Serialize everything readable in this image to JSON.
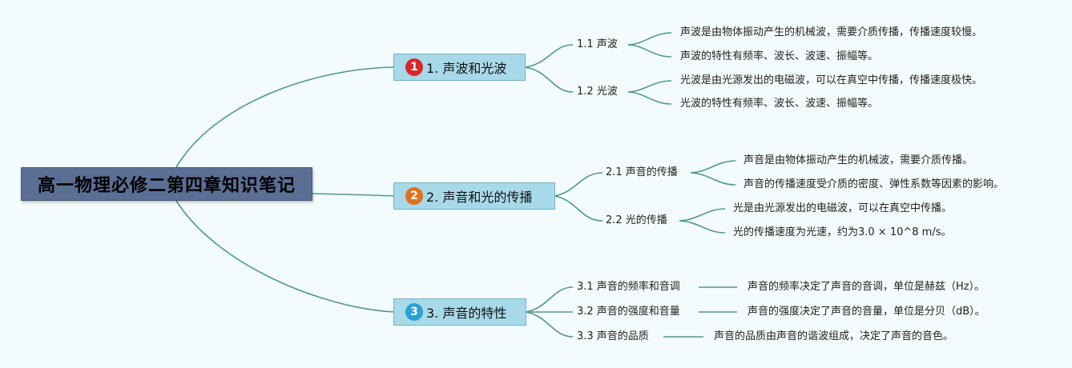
{
  "root": {
    "title": "高一物理必修二第四章知识笔记"
  },
  "colors": {
    "badge1": "#d9262a",
    "badge2": "#e0711d",
    "badge3": "#2c9fd9",
    "link": "#4f9a86"
  },
  "topics": [
    {
      "number": "1",
      "title": "1. 声波和光波",
      "subtopics": [
        {
          "title": "1.1 声波",
          "items": [
            "声波是由物体振动产生的机械波，需要介质传播，传播速度较慢。",
            "声波的特性有频率、波长、波速、振幅等。"
          ]
        },
        {
          "title": "1.2 光波",
          "items": [
            "光波是由光源发出的电磁波，可以在真空中传播，传播速度极快。",
            "光波的特性有频率、波长、波速、振幅等。"
          ]
        }
      ]
    },
    {
      "number": "2",
      "title": "2. 声音和光的传播",
      "subtopics": [
        {
          "title": "2.1 声音的传播",
          "items": [
            "声音是由物体振动产生的机械波，需要介质传播。",
            "声音的传播速度受介质的密度、弹性系数等因素的影响。"
          ]
        },
        {
          "title": "2.2 光的传播",
          "items": [
            "光是由光源发出的电磁波，可以在真空中传播。",
            "光的传播速度为光速，约为3.0 × 10^8 m/s。"
          ]
        }
      ]
    },
    {
      "number": "3",
      "title": "3. 声音的特性",
      "subtopics": [
        {
          "title": "3.1 声音的频率和音调",
          "items": [
            "声音的频率决定了声音的音调，单位是赫兹（Hz）。"
          ]
        },
        {
          "title": "3.2 声音的强度和音量",
          "items": [
            "声音的强度决定了声音的音量，单位是分贝（dB）。"
          ]
        },
        {
          "title": "3.3 声音的品质",
          "items": [
            "声音的品质由声音的谐波组成，决定了声音的音色。"
          ]
        }
      ]
    }
  ]
}
